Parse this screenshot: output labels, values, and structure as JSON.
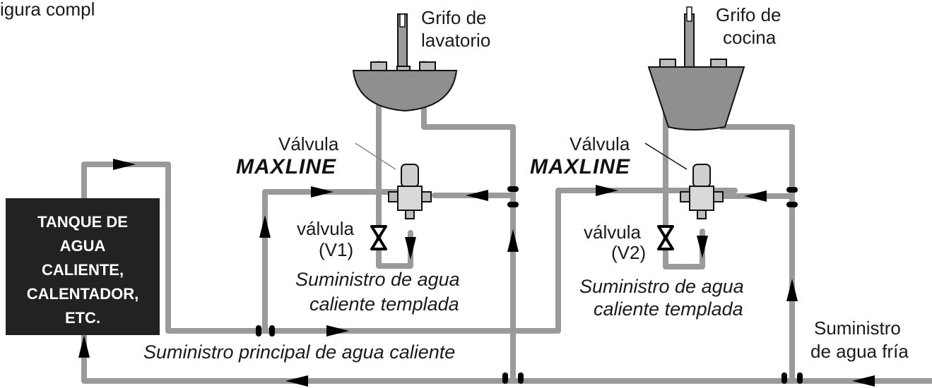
{
  "heading_fragment": "igura compl",
  "tank": {
    "lines": [
      "TANQUE DE",
      "AGUA",
      "CALIENTE,",
      "CALENTADOR,",
      "ETC."
    ]
  },
  "faucet_left": {
    "line1": "Grifo de",
    "line2": "lavatorio"
  },
  "faucet_right": {
    "line1": "Grifo de",
    "line2": "cocina"
  },
  "valve_left": {
    "label": "Válvula",
    "brand": "MAXLINE"
  },
  "valve_right": {
    "label": "Válvula",
    "brand": "MAXLINE"
  },
  "shutoff_left": {
    "line1": "válvula",
    "line2": "(V1)"
  },
  "shutoff_right": {
    "line1": "válvula",
    "line2": "(V2)"
  },
  "tempered_left": {
    "line1": "Suministro de agua",
    "line2": "caliente templada"
  },
  "tempered_right": {
    "line1": "Suministro de agua",
    "line2": "caliente templada"
  },
  "main_hot": "Suministro principal de agua caliente",
  "cold_supply": {
    "line1": "Suministro",
    "line2": "de agua fría"
  },
  "colors": {
    "pipe": "#9a9a9a",
    "tank": "#222222",
    "arrow": "#000000",
    "sink": "#8f8f8f"
  }
}
